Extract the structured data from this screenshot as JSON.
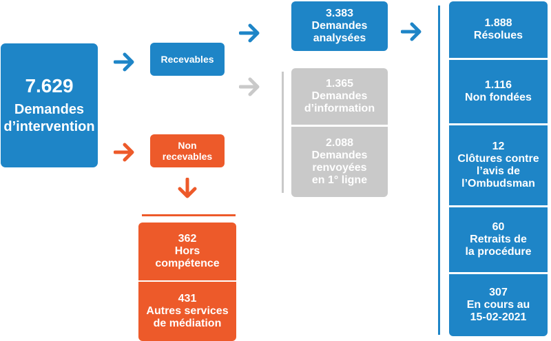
{
  "colors": {
    "blue": "#1e85c7",
    "orange": "#ed5a2a",
    "grey": "#c9c9c9"
  },
  "main": {
    "value": "7.629",
    "label": "Demandes\nd’intervention"
  },
  "recevables": {
    "label": "Recevables"
  },
  "non_recevables": {
    "label": "Non\nrecevables"
  },
  "analysed": {
    "value": "3.383",
    "label": "Demandes\nanalysées"
  },
  "info": {
    "value": "1.365",
    "label": "Demandes\nd’information"
  },
  "referred": {
    "value": "2.088",
    "label": "Demandes\nrenvoyées\nen 1° ligne"
  },
  "hors": {
    "value": "362",
    "label": "Hors\ncompétence"
  },
  "autres": {
    "value": "431",
    "label": "Autres services\nde médiation"
  },
  "outcomes": [
    {
      "value": "1.888",
      "label": "Résolues"
    },
    {
      "value": "1.116",
      "label": "Non fondées"
    },
    {
      "value": "12",
      "label": "Clôtures contre\nl’avis de\nl’Ombudsman"
    },
    {
      "value": "60",
      "label": "Retraits de\nla procédure"
    },
    {
      "value": "307",
      "label": "En cours au\n15-02-2021"
    }
  ]
}
